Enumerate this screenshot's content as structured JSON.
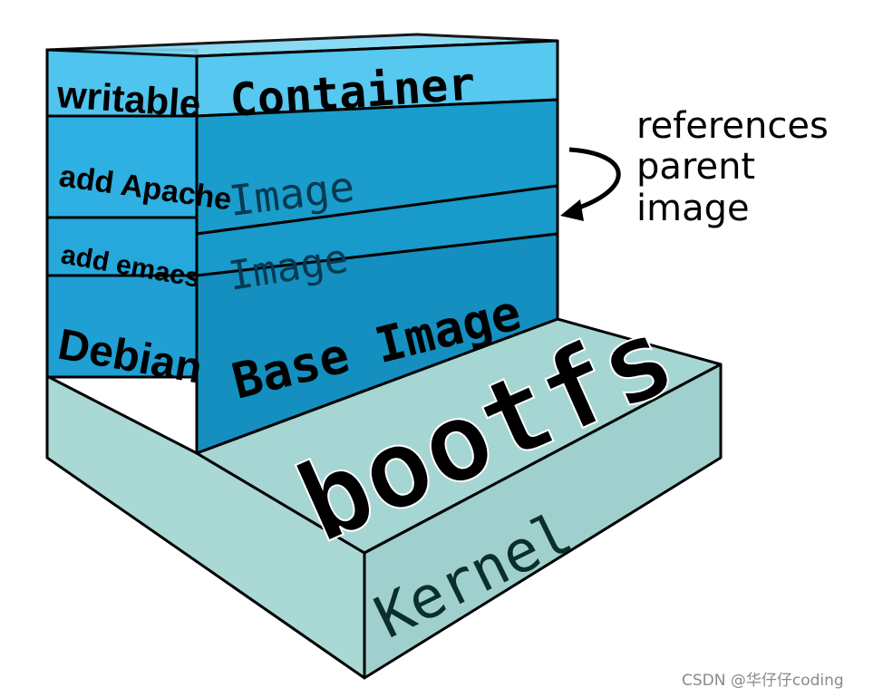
{
  "diagram": {
    "layers_side": {
      "writable": "writable",
      "add_apache": "add Apache",
      "add_emacs": "add emacs",
      "debian": "Debian"
    },
    "layers_front": {
      "container": "Container",
      "image_top": "Image",
      "image_mid": "Image",
      "base_image": "Base Image"
    },
    "bootfs": "bootfs",
    "kernel": "Kernel",
    "annotation": {
      "line1": "references",
      "line2": "parent",
      "line3": "image"
    }
  },
  "watermark": "CSDN @华仔仔coding",
  "colors": {
    "container_light": "#56c7ef",
    "container_mid": "#3bb6e6",
    "layer_blue": "#1a9ccc",
    "layer_blue_dark": "#148cbd",
    "kernel_teal": "#a6d6d3",
    "kernel_side": "#9acbc8",
    "outline": "#000000"
  }
}
